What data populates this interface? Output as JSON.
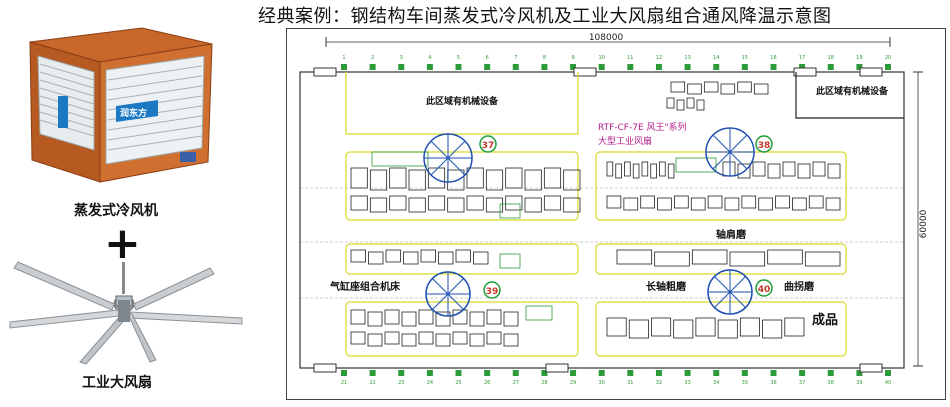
{
  "title": "经典案例：钢结构车间蒸发式冷风机及工业大风扇组合通风降温示意图",
  "left": {
    "cooler_caption": "蒸发式冷风机",
    "cooler_brand": "润东方",
    "plus": "+",
    "fan_caption": "工业大风扇"
  },
  "plan": {
    "width_dim": "108000",
    "height_dim": "60000",
    "zone_machinery_left": "此区域有机械设备",
    "zone_machinery_right": "此区域有机械设备",
    "fan_label_line1": "RTF-CF-7E 风王\"系列",
    "fan_label_line2": "大型工业风扇",
    "fans": [
      {
        "num": "37"
      },
      {
        "num": "38"
      },
      {
        "num": "39"
      },
      {
        "num": "40"
      }
    ],
    "zone_bearing": "轴肩磨",
    "zone_cylinder": "气缸座组合机床",
    "zone_long_shaft": "长轴粗磨",
    "zone_crank": "曲拐磨",
    "zone_product": "成品",
    "top_units": [
      "1",
      "2",
      "3",
      "4",
      "5",
      "6",
      "7",
      "8",
      "9",
      "10",
      "11",
      "12",
      "13",
      "14",
      "15",
      "16",
      "17",
      "18",
      "19",
      "20"
    ],
    "bottom_units": [
      "21",
      "22",
      "23",
      "24",
      "25",
      "26",
      "27",
      "28",
      "29",
      "30",
      "31",
      "32",
      "33",
      "34",
      "35",
      "36",
      "37",
      "38",
      "39",
      "40"
    ]
  },
  "colors": {
    "fan_circle": "#1e4fb0",
    "fan_badge": "#1e9e3a",
    "zone_border": "#d9d92a",
    "unit_green": "#2e9b3b",
    "equipment": "#222222",
    "fan_label": "#b01a8a"
  }
}
